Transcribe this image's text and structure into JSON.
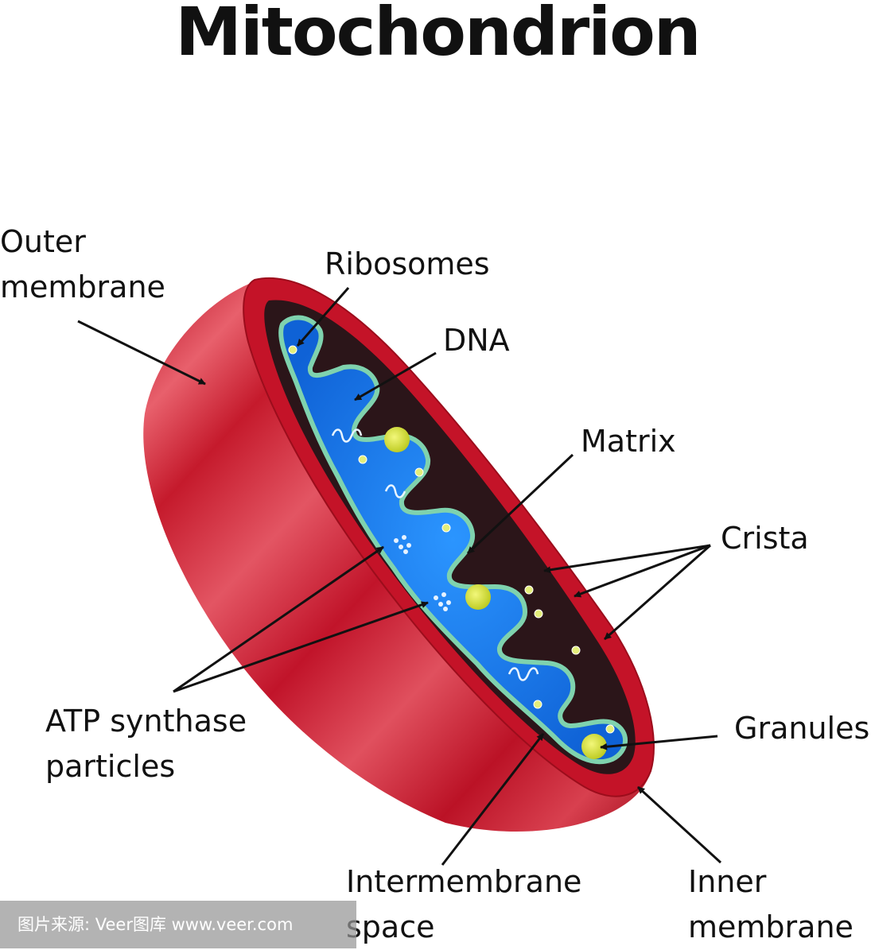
{
  "title": "Mitochondrion",
  "labels": {
    "outer_membrane": [
      "Outer",
      "membrane"
    ],
    "ribosomes": "Ribosomes",
    "dna": "DNA",
    "matrix": "Matrix",
    "crista": "Crista",
    "atp_synthase": [
      "ATP synthase",
      "particles"
    ],
    "granules": "Granules",
    "intermembrane_space": [
      "Intermembrane",
      "space"
    ],
    "inner_membrane": [
      "Inner",
      "membrane"
    ]
  },
  "watermark": "图片来源: Veer图库 www.veer.com",
  "colors": {
    "outer_membrane": "#c8142a",
    "intermembrane_space": "#2a1418",
    "matrix": "#1e7ff0",
    "inner_membrane_edge": "#6fc9a4",
    "granule": "#d9e43a",
    "arrow": "#111111"
  }
}
